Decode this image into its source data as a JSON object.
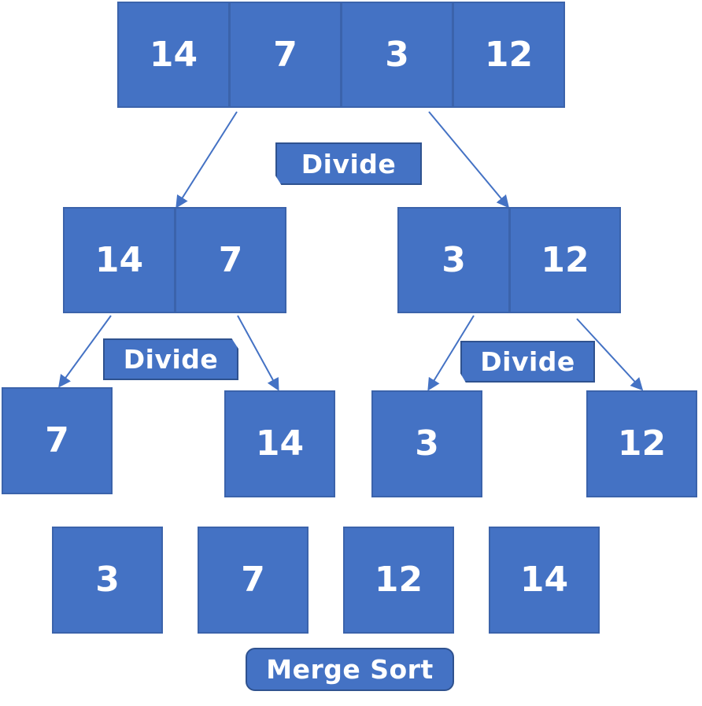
{
  "colors": {
    "box_fill": "#4472c4",
    "box_border": "#3b63ab",
    "arrow": "#4472c4",
    "text": "#ffffff"
  },
  "top_array": [
    "14",
    "7",
    "3",
    "12"
  ],
  "left_half": [
    "14",
    "7"
  ],
  "right_half": [
    "3",
    "12"
  ],
  "singles": [
    "7",
    "14",
    "3",
    "12"
  ],
  "merged": [
    "3",
    "7",
    "12",
    "14"
  ],
  "labels": {
    "divide_top": "Divide",
    "divide_left": "Divide",
    "divide_right": "Divide",
    "merge": "Merge Sort"
  }
}
